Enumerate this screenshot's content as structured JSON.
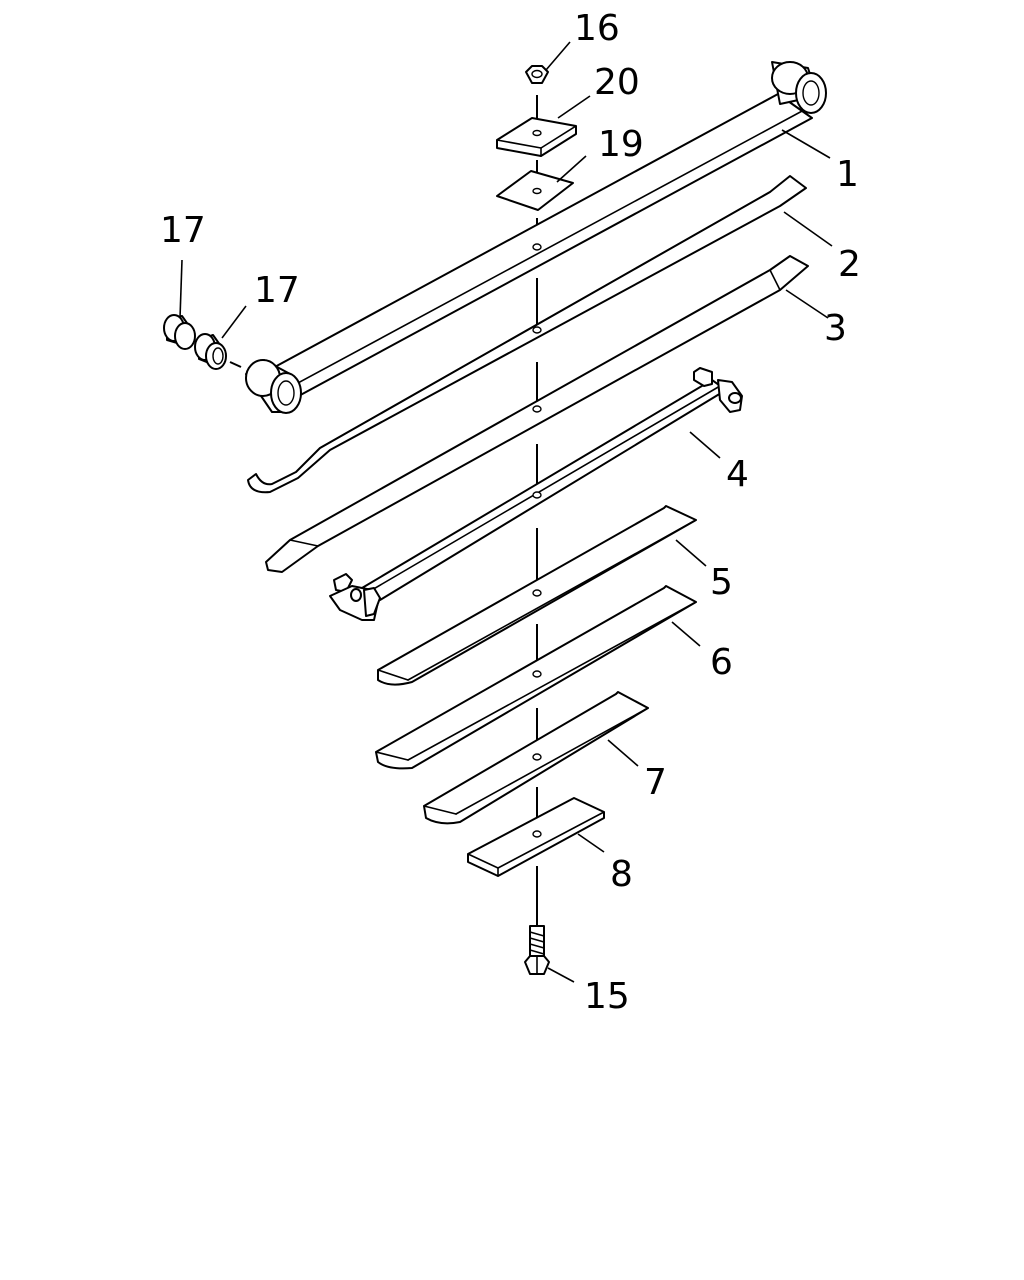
{
  "diagram": {
    "callouts": [
      {
        "id": "1",
        "label": "1"
      },
      {
        "id": "2",
        "label": "2"
      },
      {
        "id": "3",
        "label": "3"
      },
      {
        "id": "4",
        "label": "4"
      },
      {
        "id": "5",
        "label": "5"
      },
      {
        "id": "6",
        "label": "6"
      },
      {
        "id": "7",
        "label": "7"
      },
      {
        "id": "8",
        "label": "8"
      },
      {
        "id": "15",
        "label": "15"
      },
      {
        "id": "16",
        "label": "16"
      },
      {
        "id": "17a",
        "label": "17"
      },
      {
        "id": "17b",
        "label": "17"
      },
      {
        "id": "19",
        "label": "19"
      },
      {
        "id": "20",
        "label": "20"
      }
    ]
  }
}
